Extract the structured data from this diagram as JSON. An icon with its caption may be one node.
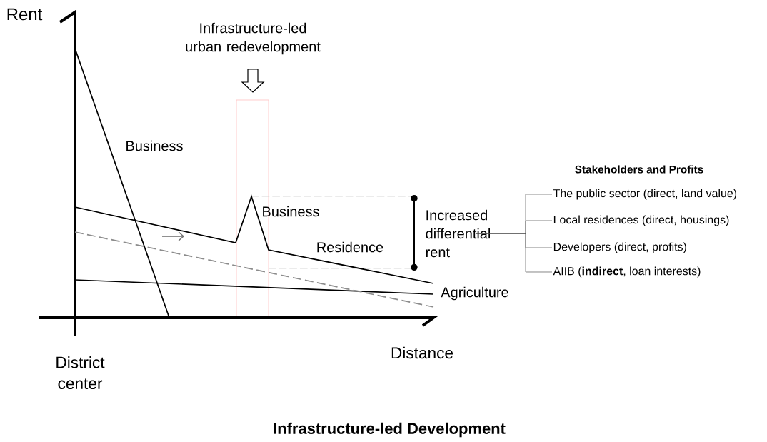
{
  "diagram": {
    "caption": "Infrastructure-led Development",
    "nodes": [
      {
        "text": [
          "Increased differential rent"
        ]
      },
      {
        "text": [
          "The public sector (direct, land value)"
        ]
      },
      {
        "text": [
          "Local residences (direct, housings)"
        ]
      },
      {
        "text": [
          "Developers (direct, profits)"
        ]
      },
      {
        "text": [
          "AIIB (**indirect**, loan interests)"
        ]
      }
    ],
    "edges": [
      {
        "from": 0,
        "to": 1,
        "arrow": "none"
      },
      {
        "from": 0,
        "to": 2,
        "arrow": "none"
      },
      {
        "from": 0,
        "to": 3,
        "arrow": "none"
      },
      {
        "from": 0,
        "to": 4,
        "arrow": "none"
      }
    ],
    "labels": [
      "Rent",
      "Infrastructure-led urban redevelopment",
      "Business",
      "Business",
      "Residence",
      "Agriculture",
      "Stakeholders and Profits",
      "Distance",
      "District center"
    ]
  }
}
